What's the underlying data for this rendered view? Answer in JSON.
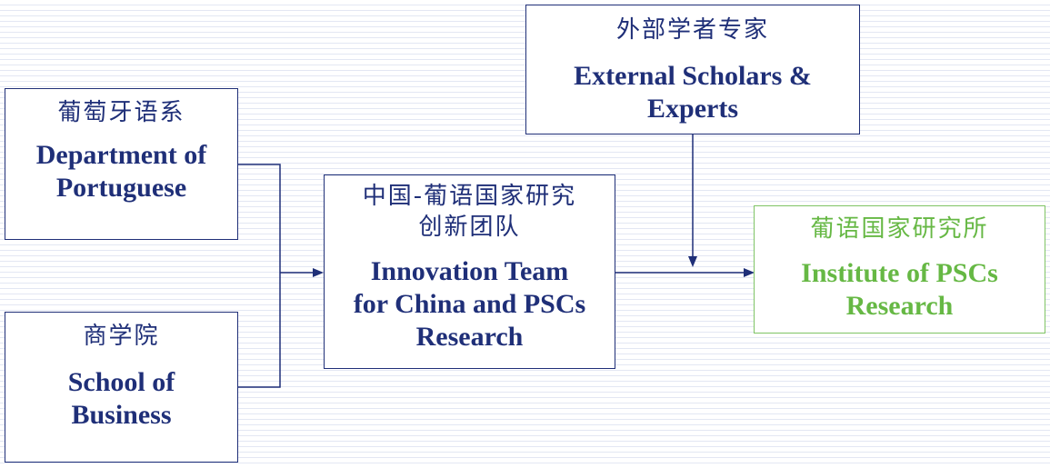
{
  "boxes": {
    "department": {
      "zh": "葡萄牙语系",
      "en_line1": "Department of",
      "en_line2": "Portuguese"
    },
    "business": {
      "zh": "商学院",
      "en_line1": "School of",
      "en_line2": "Business"
    },
    "external": {
      "zh": "外部学者专家",
      "en_line1": "External Scholars &",
      "en_line2": "Experts"
    },
    "innovation": {
      "zh_line1": "中国-葡语国家研究",
      "zh_line2": "创新团队",
      "en_line1": "Innovation Team",
      "en_line2": "for China and PSCs",
      "en_line3": "Research"
    },
    "institute": {
      "zh": "葡语国家研究所",
      "en_line1": "Institute of PSCs",
      "en_line2": "Research"
    }
  },
  "colors": {
    "navy": "#1f2f78",
    "green": "#66b844",
    "green_border": "#7fc464",
    "stripe": "#e3e7f3"
  }
}
